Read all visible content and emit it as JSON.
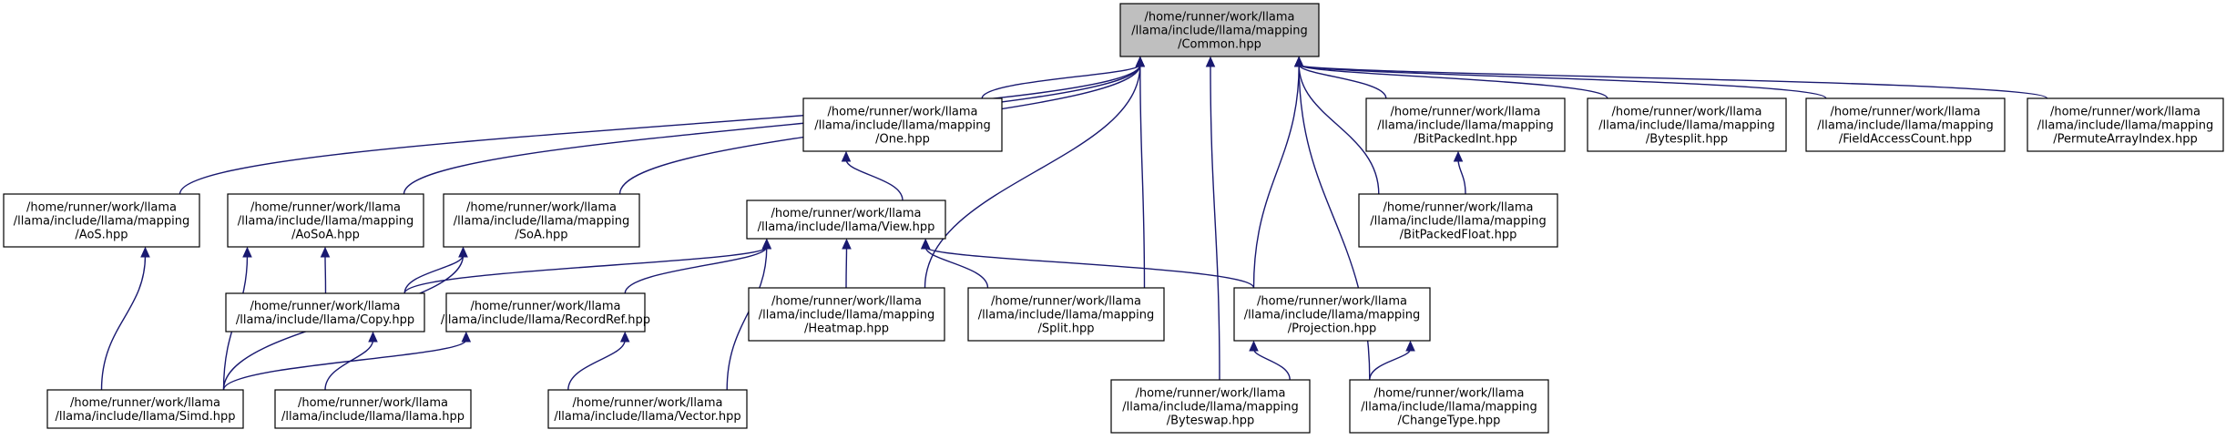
{
  "colors": {
    "root_fill": "#bfbfbf",
    "node_fill": "#ffffff",
    "edge": "#191970",
    "border": "#000000"
  },
  "nodes": [
    {
      "id": "common",
      "lines": [
        "/home/runner/work/llama",
        "/llama/include/llama/mapping",
        "/Common.hpp"
      ],
      "root": true
    },
    {
      "id": "one",
      "lines": [
        "/home/runner/work/llama",
        "/llama/include/llama/mapping",
        "/One.hpp"
      ]
    },
    {
      "id": "bitpackedint",
      "lines": [
        "/home/runner/work/llama",
        "/llama/include/llama/mapping",
        "/BitPackedInt.hpp"
      ]
    },
    {
      "id": "bytesplit",
      "lines": [
        "/home/runner/work/llama",
        "/llama/include/llama/mapping",
        "/Bytesplit.hpp"
      ]
    },
    {
      "id": "fieldaccesscount",
      "lines": [
        "/home/runner/work/llama",
        "/llama/include/llama/mapping",
        "/FieldAccessCount.hpp"
      ]
    },
    {
      "id": "permutearrayindex",
      "lines": [
        "/home/runner/work/llama",
        "/llama/include/llama/mapping",
        "/PermuteArrayIndex.hpp"
      ]
    },
    {
      "id": "aos",
      "lines": [
        "/home/runner/work/llama",
        "/llama/include/llama/mapping",
        "/AoS.hpp"
      ]
    },
    {
      "id": "aosoa",
      "lines": [
        "/home/runner/work/llama",
        "/llama/include/llama/mapping",
        "/AoSoA.hpp"
      ]
    },
    {
      "id": "soa",
      "lines": [
        "/home/runner/work/llama",
        "/llama/include/llama/mapping",
        "/SoA.hpp"
      ]
    },
    {
      "id": "view",
      "lines": [
        "/home/runner/work/llama",
        "/llama/include/llama/View.hpp"
      ]
    },
    {
      "id": "bitpackedfloat",
      "lines": [
        "/home/runner/work/llama",
        "/llama/include/llama/mapping",
        "/BitPackedFloat.hpp"
      ]
    },
    {
      "id": "copy",
      "lines": [
        "/home/runner/work/llama",
        "/llama/include/llama/Copy.hpp"
      ]
    },
    {
      "id": "recordref",
      "lines": [
        "/home/runner/work/llama",
        "/llama/include/llama/RecordRef.hpp"
      ]
    },
    {
      "id": "heatmap",
      "lines": [
        "/home/runner/work/llama",
        "/llama/include/llama/mapping",
        "/Heatmap.hpp"
      ]
    },
    {
      "id": "split",
      "lines": [
        "/home/runner/work/llama",
        "/llama/include/llama/mapping",
        "/Split.hpp"
      ]
    },
    {
      "id": "projection",
      "lines": [
        "/home/runner/work/llama",
        "/llama/include/llama/mapping",
        "/Projection.hpp"
      ]
    },
    {
      "id": "simd",
      "lines": [
        "/home/runner/work/llama",
        "/llama/include/llama/Simd.hpp"
      ]
    },
    {
      "id": "llama",
      "lines": [
        "/home/runner/work/llama",
        "/llama/include/llama/llama.hpp"
      ]
    },
    {
      "id": "vector",
      "lines": [
        "/home/runner/work/llama",
        "/llama/include/llama/Vector.hpp"
      ]
    },
    {
      "id": "byteswap",
      "lines": [
        "/home/runner/work/llama",
        "/llama/include/llama/mapping",
        "/Byteswap.hpp"
      ]
    },
    {
      "id": "changetype",
      "lines": [
        "/home/runner/work/llama",
        "/llama/include/llama/mapping",
        "/ChangeType.hpp"
      ]
    }
  ],
  "edges": [
    {
      "from": "one",
      "to": "common"
    },
    {
      "from": "bitpackedint",
      "to": "common"
    },
    {
      "from": "bytesplit",
      "to": "common"
    },
    {
      "from": "fieldaccesscount",
      "to": "common"
    },
    {
      "from": "permutearrayindex",
      "to": "common"
    },
    {
      "from": "aos",
      "to": "common"
    },
    {
      "from": "aosoa",
      "to": "common"
    },
    {
      "from": "soa",
      "to": "common"
    },
    {
      "from": "bitpackedfloat",
      "to": "common"
    },
    {
      "from": "heatmap",
      "to": "common"
    },
    {
      "from": "split",
      "to": "common"
    },
    {
      "from": "projection",
      "to": "common"
    },
    {
      "from": "byteswap",
      "to": "common"
    },
    {
      "from": "changetype",
      "to": "common"
    },
    {
      "from": "view",
      "to": "one"
    },
    {
      "from": "bitpackedfloat",
      "to": "bitpackedint"
    },
    {
      "from": "simd",
      "to": "aos"
    },
    {
      "from": "simd",
      "to": "aosoa"
    },
    {
      "from": "copy",
      "to": "aosoa"
    },
    {
      "from": "simd",
      "to": "soa"
    },
    {
      "from": "copy",
      "to": "soa"
    },
    {
      "from": "copy",
      "to": "view"
    },
    {
      "from": "recordref",
      "to": "view"
    },
    {
      "from": "heatmap",
      "to": "view"
    },
    {
      "from": "split",
      "to": "view"
    },
    {
      "from": "projection",
      "to": "view"
    },
    {
      "from": "vector",
      "to": "view"
    },
    {
      "from": "llama",
      "to": "copy"
    },
    {
      "from": "simd",
      "to": "recordref"
    },
    {
      "from": "vector",
      "to": "recordref"
    },
    {
      "from": "byteswap",
      "to": "projection"
    },
    {
      "from": "changetype",
      "to": "projection"
    }
  ]
}
